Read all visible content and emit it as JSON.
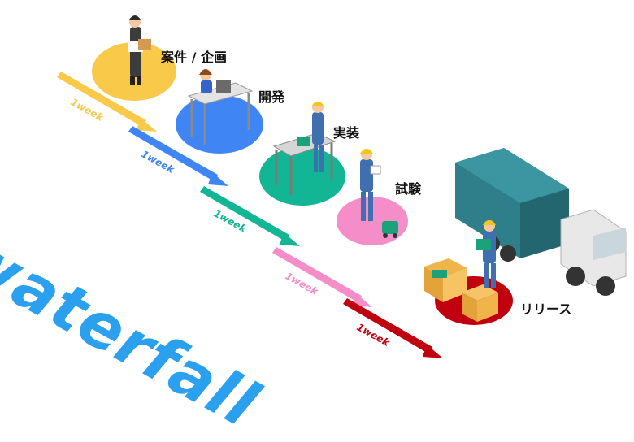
{
  "title_word": "waterfall",
  "stages": [
    {
      "label": "案件 / 企画",
      "color": "#f9c94a"
    },
    {
      "label": "開発",
      "color": "#3f86f4"
    },
    {
      "label": "実装",
      "color": "#13b694"
    },
    {
      "label": "試験",
      "color": "#f58ec8"
    },
    {
      "label": "リリース",
      "color": "#c0000e"
    }
  ],
  "arrows": [
    {
      "text": "1week",
      "color": "#f9c94a"
    },
    {
      "text": "1week",
      "color": "#3f86f4"
    },
    {
      "text": "1week",
      "color": "#13b694"
    },
    {
      "text": "1week",
      "color": "#f58ec8"
    },
    {
      "text": "1week",
      "color": "#c0000e"
    }
  ]
}
